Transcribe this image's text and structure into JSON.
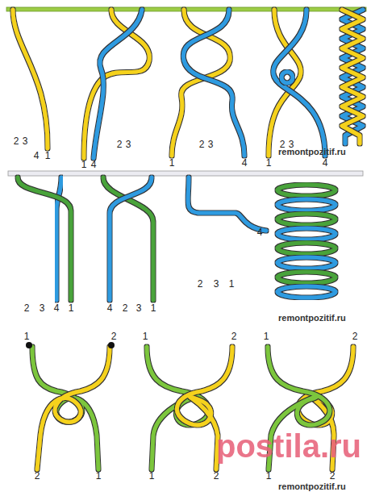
{
  "diagram": {
    "labels": [
      "2",
      "3",
      "4",
      "1",
      "1",
      "4",
      "2",
      "3",
      "2",
      "3",
      "1",
      "4",
      "2",
      "3",
      "1",
      "4",
      "remontpozitif.ru",
      "2",
      "3",
      "4",
      "1",
      "4",
      "2",
      "3",
      "1",
      "4",
      "2",
      "3",
      "1",
      "remontpozitif.ru",
      "1",
      "2",
      "2",
      "1",
      "1",
      "2",
      "1",
      "2",
      "1",
      "2",
      "1",
      "2",
      "remontpozitif.ru",
      "postila.ru"
    ]
  }
}
